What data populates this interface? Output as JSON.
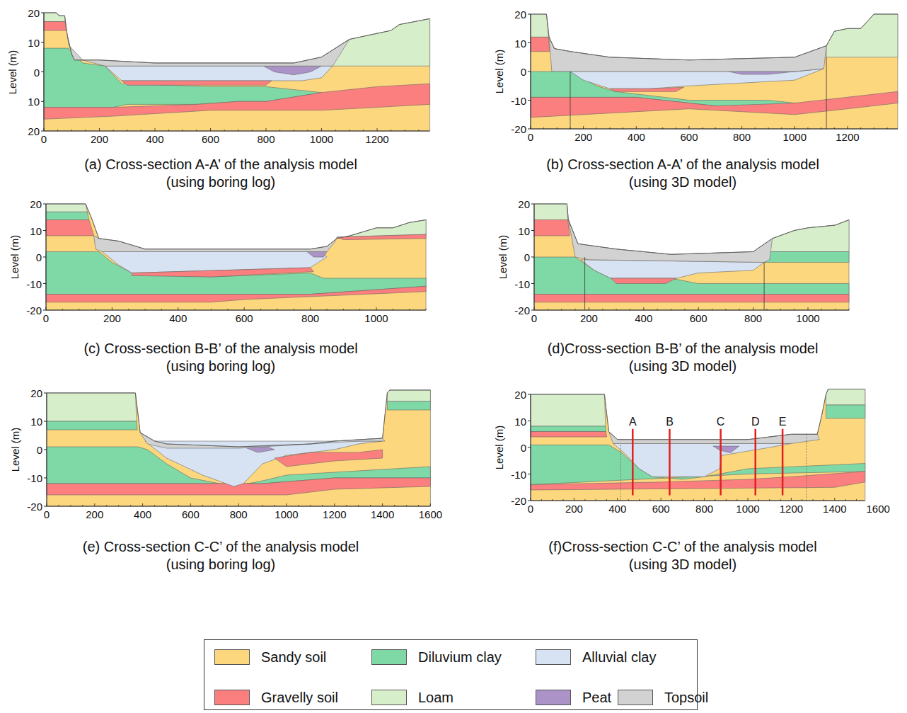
{
  "diagram": {
    "labels": [
      "Level (m)",
      "20",
      "10",
      "0",
      "10",
      "20",
      "0",
      "200",
      "400",
      "600",
      "800",
      "1000",
      "1200",
      "(a) Cross-section A-A’ of the analysis model",
      "(using boring log)",
      "Level (m)",
      "20",
      "10",
      "0",
      "-10",
      "-20",
      "0",
      "200",
      "400",
      "600",
      "800",
      "1000",
      "1200",
      "(b) Cross-section A-A’ of the analysis model",
      "(using 3D model)",
      "Level (m)",
      "20",
      "10",
      "0",
      "-10",
      "-20",
      "0",
      "200",
      "400",
      "600",
      "800",
      "1000",
      "(c) Cross-section B-B’ of the analysis model",
      "(using boring log)",
      "Level (m)",
      "20",
      "10",
      "0",
      "-10",
      "-20",
      "0",
      "200",
      "400",
      "600",
      "800",
      "1000",
      "(d)Cross-section B-B’ of the analysis model",
      "(using 3D model)",
      "Level (m)",
      "20",
      "10",
      "0",
      "-10",
      "-20",
      "0",
      "200",
      "400",
      "600",
      "800",
      "1000",
      "1200",
      "1400",
      "1600",
      "(e) Cross-section C-C’ of the analysis model",
      "(using boring log)",
      "Level (m)",
      "20",
      "10",
      "0",
      "-10",
      "-20",
      "0",
      "200",
      "400",
      "600",
      "800",
      "1000",
      "1200",
      "1400",
      "1600",
      "A",
      "B",
      "C",
      "D",
      "E",
      "(f)Cross-section C-C’ of the analysis model",
      "(using 3D model)"
    ],
    "legend": [
      {
        "text": "Sandy soil",
        "color": "#fdd77d"
      },
      {
        "text": "Diluvium clay",
        "color": "#7fd9a6"
      },
      {
        "text": "Alluvial clay",
        "color": "#d7e2f2"
      },
      {
        "text": "Gravelly soil",
        "color": "#fc7f7f"
      },
      {
        "text": "Loam",
        "color": "#d7eecb"
      },
      {
        "text": "Peat",
        "color": "#ab93c8"
      },
      {
        "text": "Topsoil",
        "color": "#d2d2d2"
      }
    ]
  }
}
